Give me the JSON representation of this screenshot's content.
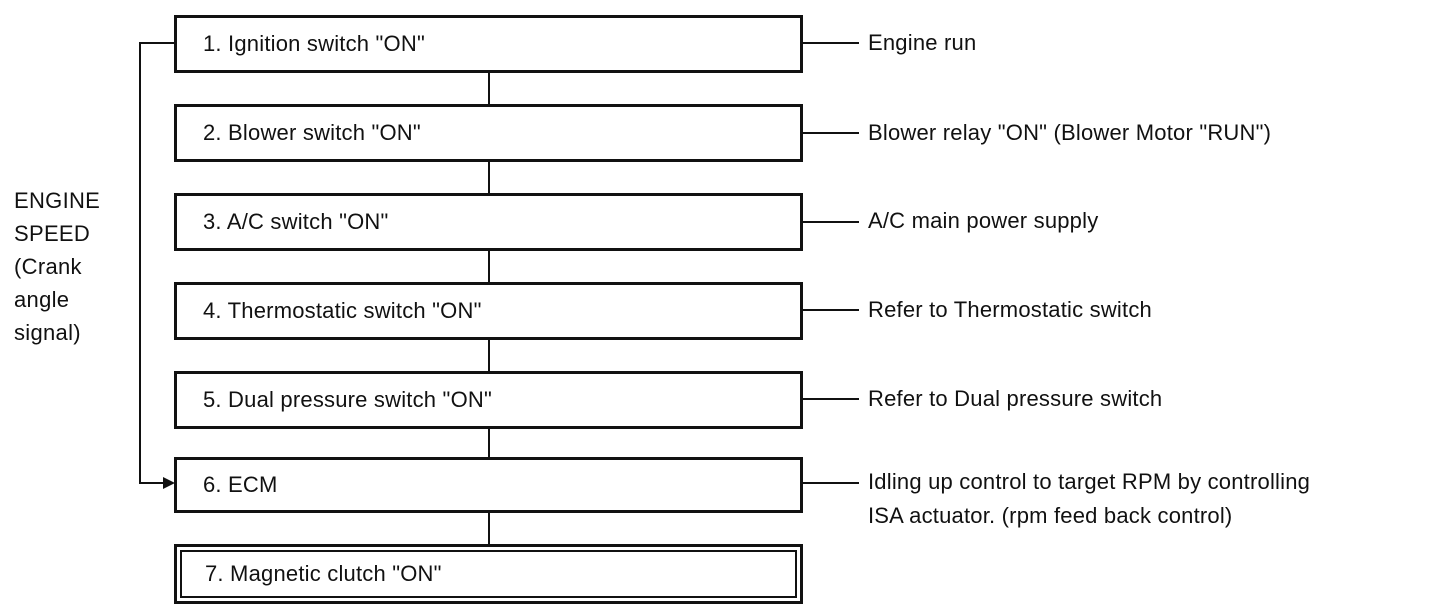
{
  "diagram": {
    "type": "flowchart",
    "left_label": "ENGINE\nSPEED\n(Crank\nangle\nsignal)",
    "steps": [
      {
        "box": "1. Ignition switch \"ON\"",
        "annotation": "Engine run"
      },
      {
        "box": "2. Blower switch \"ON\"",
        "annotation": "Blower relay \"ON\" (Blower Motor \"RUN\")"
      },
      {
        "box": "3. A/C switch \"ON\"",
        "annotation": "A/C main power supply"
      },
      {
        "box": "4. Thermostatic switch \"ON\"",
        "annotation": "Refer to Thermostatic switch"
      },
      {
        "box": "5. Dual pressure switch \"ON\"",
        "annotation": "Refer to Dual pressure switch"
      },
      {
        "box": "6. ECM",
        "annotation": "Idling up control to target RPM by controlling\nISA actuator. (rpm feed back control)"
      },
      {
        "box": "7. Magnetic clutch \"ON\"",
        "annotation": ""
      }
    ],
    "colors": {
      "ink": "#111111",
      "paper": "#ffffff"
    }
  }
}
